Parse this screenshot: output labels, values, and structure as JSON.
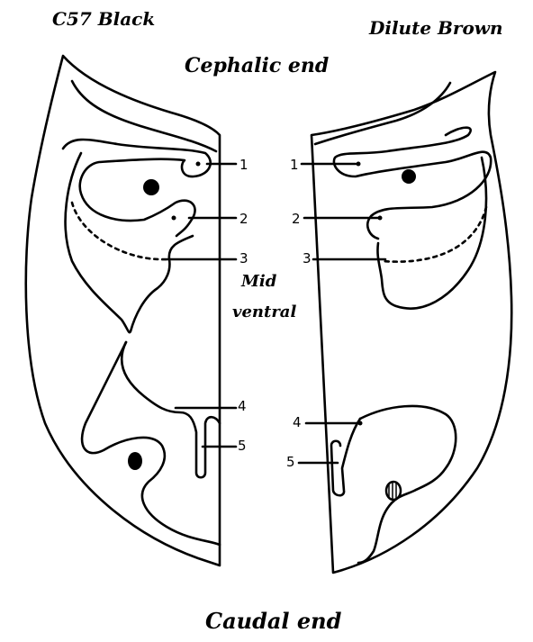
{
  "labels": {
    "left_strain": "C57 Black",
    "right_strain": "Dilute Brown",
    "top": "Cephalic end",
    "bottom": "Caudal end",
    "mid_line1": "Mid",
    "mid_line2": "ventral"
  },
  "left_markers": [
    "1",
    "2",
    "3",
    "4",
    "5"
  ],
  "right_markers": [
    "1",
    "2",
    "3",
    "4",
    "5"
  ],
  "colors": {
    "ink": "#000000",
    "paper": "#ffffff"
  }
}
